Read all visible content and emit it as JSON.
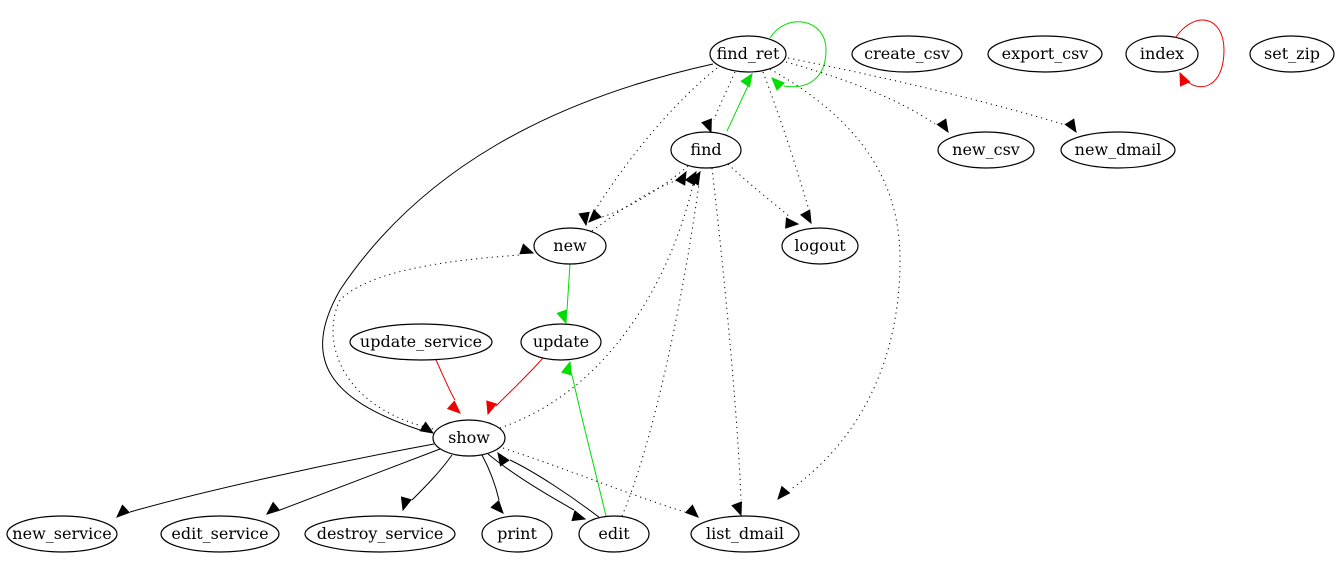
{
  "colors": {
    "normal": "#000000",
    "green": "#00dd00",
    "red": "#ee0000",
    "background": "#ffffff"
  },
  "nodes": [
    {
      "id": "find_ret",
      "label": "find_ret"
    },
    {
      "id": "create_csv",
      "label": "create_csv"
    },
    {
      "id": "export_csv",
      "label": "export_csv"
    },
    {
      "id": "index",
      "label": "index"
    },
    {
      "id": "set_zip",
      "label": "set_zip"
    },
    {
      "id": "find",
      "label": "find"
    },
    {
      "id": "new_csv",
      "label": "new_csv"
    },
    {
      "id": "new_dmail",
      "label": "new_dmail"
    },
    {
      "id": "new",
      "label": "new"
    },
    {
      "id": "logout",
      "label": "logout"
    },
    {
      "id": "update_service",
      "label": "update_service"
    },
    {
      "id": "update",
      "label": "update"
    },
    {
      "id": "show",
      "label": "show"
    },
    {
      "id": "new_service",
      "label": "new_service"
    },
    {
      "id": "edit_service",
      "label": "edit_service"
    },
    {
      "id": "destroy_service",
      "label": "destroy_service"
    },
    {
      "id": "print",
      "label": "print"
    },
    {
      "id": "edit",
      "label": "edit"
    },
    {
      "id": "list_dmail",
      "label": "list_dmail"
    }
  ],
  "edges": [
    {
      "from": "find_ret",
      "to": "find_ret",
      "style": "solid",
      "color": "green"
    },
    {
      "from": "index",
      "to": "index",
      "style": "solid",
      "color": "red"
    },
    {
      "from": "find_ret",
      "to": "show",
      "style": "solid",
      "color": "normal"
    },
    {
      "from": "find_ret",
      "to": "find",
      "style": "dotted",
      "color": "normal"
    },
    {
      "from": "find",
      "to": "find_ret",
      "style": "solid",
      "color": "green"
    },
    {
      "from": "find_ret",
      "to": "new",
      "style": "dotted",
      "color": "normal"
    },
    {
      "from": "find_ret",
      "to": "logout",
      "style": "dotted",
      "color": "normal"
    },
    {
      "from": "find_ret",
      "to": "new_csv",
      "style": "dotted",
      "color": "normal"
    },
    {
      "from": "find_ret",
      "to": "new_dmail",
      "style": "dotted",
      "color": "normal"
    },
    {
      "from": "find_ret",
      "to": "list_dmail",
      "style": "dotted",
      "color": "normal"
    },
    {
      "from": "find",
      "to": "new",
      "style": "dotted",
      "color": "normal"
    },
    {
      "from": "new",
      "to": "find",
      "style": "dotted",
      "color": "normal"
    },
    {
      "from": "find",
      "to": "logout",
      "style": "dotted",
      "color": "normal"
    },
    {
      "from": "find",
      "to": "list_dmail",
      "style": "dotted",
      "color": "normal"
    },
    {
      "from": "show",
      "to": "new",
      "style": "dotted",
      "color": "normal"
    },
    {
      "from": "new",
      "to": "update",
      "style": "solid",
      "color": "green"
    },
    {
      "from": "update_service",
      "to": "show",
      "style": "solid",
      "color": "red"
    },
    {
      "from": "update",
      "to": "show",
      "style": "solid",
      "color": "red"
    },
    {
      "from": "show",
      "to": "find",
      "style": "dotted",
      "color": "normal"
    },
    {
      "from": "edit",
      "to": "find",
      "style": "dotted",
      "color": "normal"
    },
    {
      "from": "show",
      "to": "new_service",
      "style": "solid",
      "color": "normal"
    },
    {
      "from": "show",
      "to": "edit_service",
      "style": "solid",
      "color": "normal"
    },
    {
      "from": "show",
      "to": "destroy_service",
      "style": "solid",
      "color": "normal"
    },
    {
      "from": "show",
      "to": "print",
      "style": "solid",
      "color": "normal"
    },
    {
      "from": "show",
      "to": "edit",
      "style": "solid",
      "color": "normal"
    },
    {
      "from": "edit",
      "to": "show",
      "style": "solid",
      "color": "normal"
    },
    {
      "from": "edit",
      "to": "update",
      "style": "solid",
      "color": "green"
    },
    {
      "from": "show",
      "to": "list_dmail",
      "style": "dotted",
      "color": "normal"
    }
  ]
}
